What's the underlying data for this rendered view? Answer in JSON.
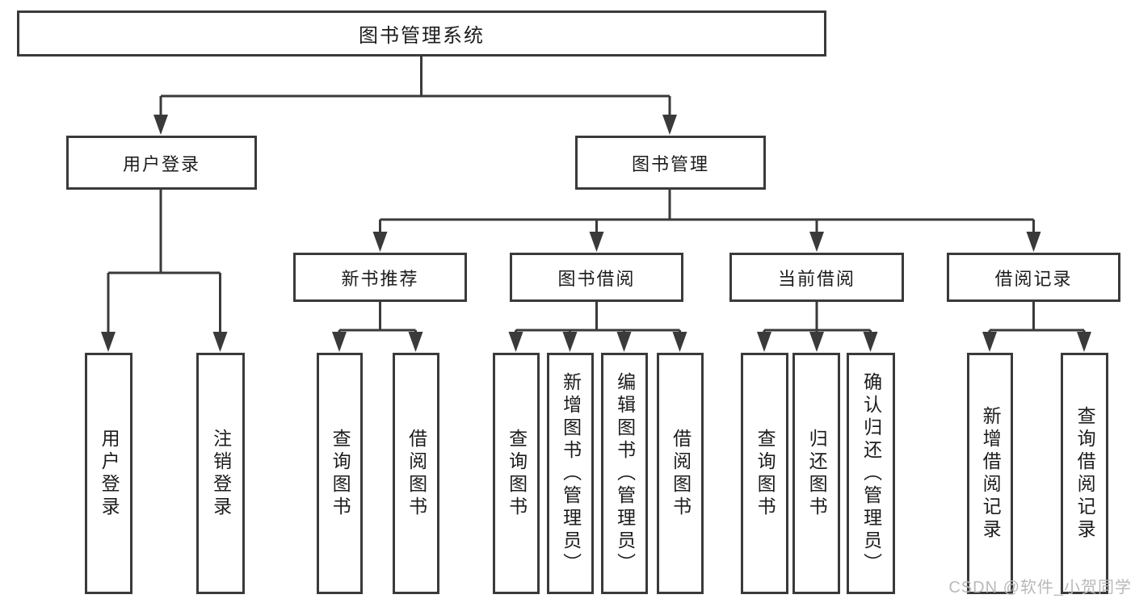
{
  "nodes": {
    "root": "图书管理系统",
    "user_login": "用户登录",
    "book_management": "图书管理",
    "new_book_recommend": "新书推荐",
    "book_borrowing": "图书借阅",
    "current_borrowing": "当前借阅",
    "borrowing_records": "借阅记录",
    "user_login_leaf": "用户登录",
    "logout_leaf": "注销登录",
    "query_books_1": "查询图书",
    "borrow_books_1": "借阅图书",
    "query_books_2": "查询图书",
    "add_books_admin": "新增图书（管理员）",
    "edit_books_admin": "编辑图书（管理员）",
    "borrow_books_2": "借阅图书",
    "query_books_3": "查询图书",
    "return_books": "归还图书",
    "confirm_return_admin": "确认归还（管理员）",
    "add_borrow_record": "新增借阅记录",
    "query_borrow_record": "查询借阅记录"
  },
  "hierarchy": {
    "root": [
      "user_login",
      "book_management"
    ],
    "user_login": [
      "user_login_leaf",
      "logout_leaf"
    ],
    "book_management": [
      "new_book_recommend",
      "book_borrowing",
      "current_borrowing",
      "borrowing_records"
    ],
    "new_book_recommend": [
      "query_books_1",
      "borrow_books_1"
    ],
    "book_borrowing": [
      "query_books_2",
      "add_books_admin",
      "edit_books_admin",
      "borrow_books_2"
    ],
    "current_borrowing": [
      "query_books_3",
      "return_books",
      "confirm_return_admin"
    ],
    "borrowing_records": [
      "add_borrow_record",
      "query_borrow_record"
    ]
  },
  "watermark": "CSDN @软件_小贺同学",
  "colors": {
    "line": "#3a3a3a",
    "text": "#1c1c1c",
    "watermark": "#b9b9b9",
    "background": "#ffffff"
  }
}
